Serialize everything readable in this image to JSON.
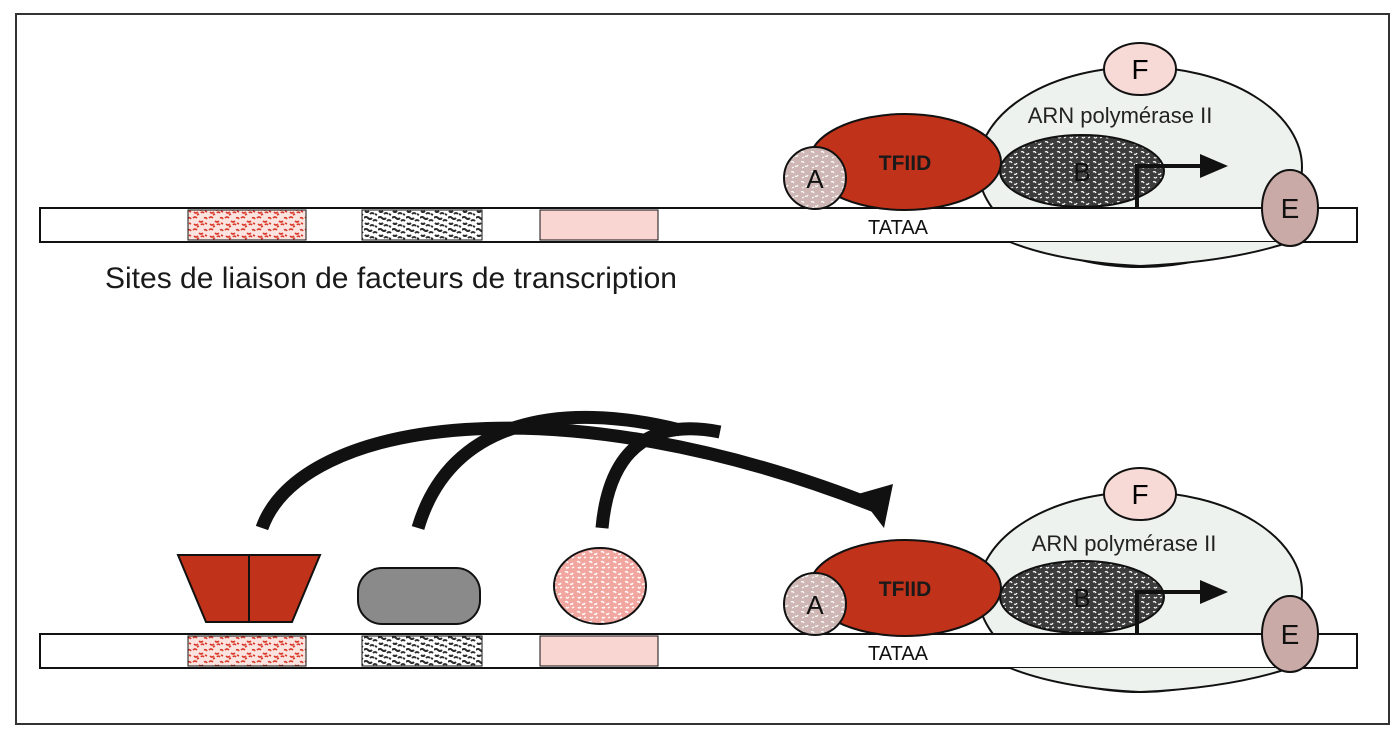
{
  "panels": [
    {
      "id": "top",
      "caption": "Sites de liaison de facteurs de transcription",
      "labels": {
        "rna_pol": "ARN polymérase II",
        "tfiid": "TFIID",
        "factor_a": "A",
        "factor_b": "B",
        "factor_e": "E",
        "factor_f": "F",
        "tataa": "TATAA"
      }
    },
    {
      "id": "bottom",
      "labels": {
        "rna_pol": "ARN polymérase II",
        "tfiid": "TFIID",
        "factor_a": "A",
        "factor_b": "B",
        "factor_e": "E",
        "factor_f": "F",
        "tataa": "TATAA"
      }
    }
  ],
  "colors": {
    "dark_red": "#c1321a",
    "red_pattern": "#d9392a",
    "pink": "#f9d6d2",
    "light_pink": "#f5bdb6",
    "gray": "#8a8a8a",
    "dark_speckle": "#3a3a3a",
    "pol_fill": "#eef2ee",
    "factor_e_fill": "#c9aaa6",
    "factor_f_fill": "#f7dad6",
    "factor_a_fill": "#d8c7c4"
  }
}
